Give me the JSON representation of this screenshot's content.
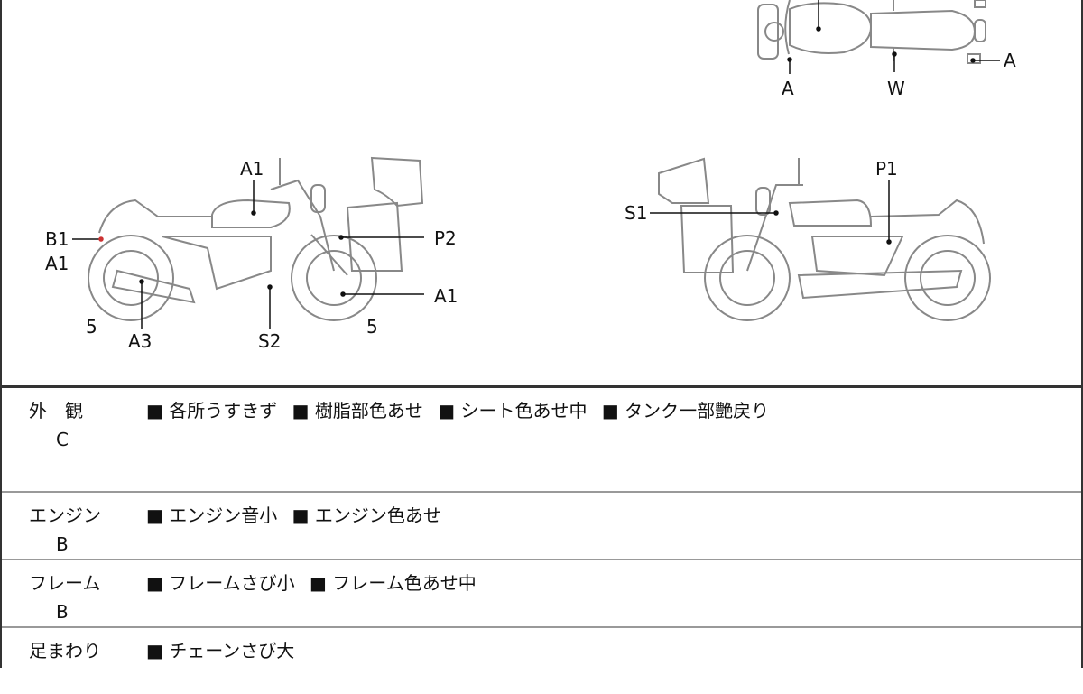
{
  "diagram": {
    "top_view_labels": {
      "left_bottom": "A",
      "center_bottom": "W",
      "right": "A"
    },
    "left_side_labels": {
      "tank": "A1",
      "rear_fender": "B1",
      "rear_fender_2": "A1",
      "bag": "P2",
      "front_wheel": "A1",
      "rear_wheel_num": "5",
      "front_wheel_num": "5",
      "muffler": "A3",
      "exhaust": "S2"
    },
    "right_side_labels": {
      "bag": "S1",
      "tank": "P1"
    }
  },
  "rows": [
    {
      "category": "外　観",
      "grade": "C",
      "items": [
        "各所うすきず",
        "樹脂部色あせ",
        "シート色あせ中",
        "タンク一部艶戻り"
      ]
    },
    {
      "category": "エンジン",
      "grade": "B",
      "items": [
        "エンジン音小",
        "エンジン色あせ"
      ]
    },
    {
      "category": "フレーム",
      "grade": "B",
      "items": [
        "フレームさび小",
        "フレーム色あせ中"
      ]
    },
    {
      "category": "足まわり",
      "grade": "",
      "items": [
        "チェーンさび大"
      ]
    }
  ]
}
